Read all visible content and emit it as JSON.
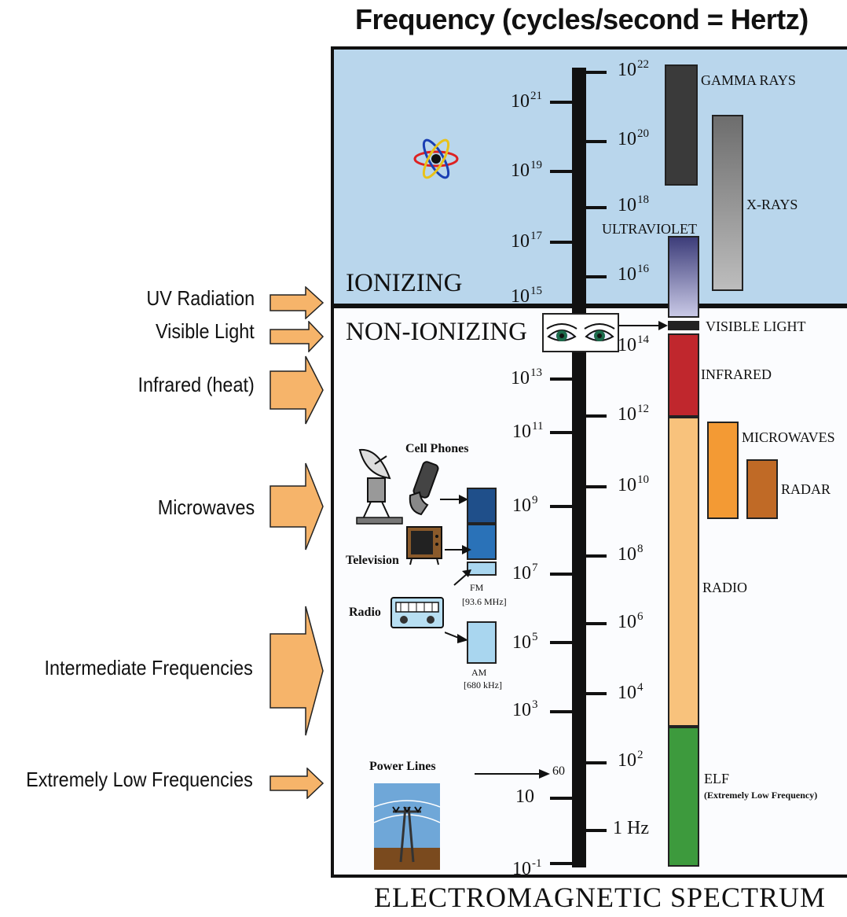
{
  "title": "Frequency (cycles/second = Hertz)",
  "caption": "ELECTROMAGNETIC  SPECTRUM",
  "zones": {
    "ionizing": "IONIZING",
    "non_ionizing": "NON-IONIZING"
  },
  "left_labels": {
    "uv": "UV Radiation",
    "visible": "Visible Light",
    "infrared": "Infrared (heat)",
    "microwaves": "Microwaves",
    "intermediate": "Intermediate Frequencies",
    "elf": "Extremely Low Frequencies"
  },
  "ticks": {
    "e22": {
      "base": "10",
      "exp": "22"
    },
    "e21": {
      "base": "10",
      "exp": "21"
    },
    "e20": {
      "base": "10",
      "exp": "20"
    },
    "e19": {
      "base": "10",
      "exp": "19"
    },
    "e18": {
      "base": "10",
      "exp": "18"
    },
    "e17": {
      "base": "10",
      "exp": "17"
    },
    "e16": {
      "base": "10",
      "exp": "16"
    },
    "e15": {
      "base": "10",
      "exp": "15"
    },
    "e14": {
      "base": "10",
      "exp": "14"
    },
    "e13": {
      "base": "10",
      "exp": "13"
    },
    "e12": {
      "base": "10",
      "exp": "12"
    },
    "e11": {
      "base": "10",
      "exp": "11"
    },
    "e10": {
      "base": "10",
      "exp": "10"
    },
    "e9": {
      "base": "10",
      "exp": "9"
    },
    "e8": {
      "base": "10",
      "exp": "8"
    },
    "e7": {
      "base": "10",
      "exp": "7"
    },
    "e6": {
      "base": "10",
      "exp": "6"
    },
    "e5": {
      "base": "10",
      "exp": "5"
    },
    "e4": {
      "base": "10",
      "exp": "4"
    },
    "e3": {
      "base": "10",
      "exp": "3"
    },
    "e2": {
      "base": "10",
      "exp": "2"
    },
    "sixty": "60",
    "ten": "10",
    "one_hz": "1 Hz",
    "em1": {
      "base": "10",
      "exp": "-1"
    }
  },
  "bands": {
    "gamma": "GAMMA RAYS",
    "xray": "X-RAYS",
    "uv": "ULTRAVIOLET",
    "visible": "VISIBLE LIGHT",
    "infrared": "INFRARED",
    "microwaves": "MICROWAVES",
    "radar": "RADAR",
    "radio": "RADIO",
    "elf": "ELF",
    "elf_sub": "(Extremely Low Frequency)"
  },
  "devices": {
    "cell_phones": "Cell Phones",
    "television": "Television",
    "radio": "Radio",
    "fm": "FM",
    "fm_freq": "[93.6 MHz]",
    "am": "AM",
    "am_freq": "[680 kHz]",
    "power_lines": "Power Lines"
  },
  "colors": {
    "ionizing_bg": "#b9d6ec",
    "arrow_fill": "#f6b46a",
    "gamma": "#3a3a3a",
    "xray": "#8a8a8a",
    "uv": "#5a5a9a",
    "infrared": "#c0272d",
    "microwaves": "#f39a34",
    "radar": "#c06a26",
    "radio": "#f8c27c",
    "elf": "#3d9a3d",
    "device_blue": "#1f5d9e"
  }
}
